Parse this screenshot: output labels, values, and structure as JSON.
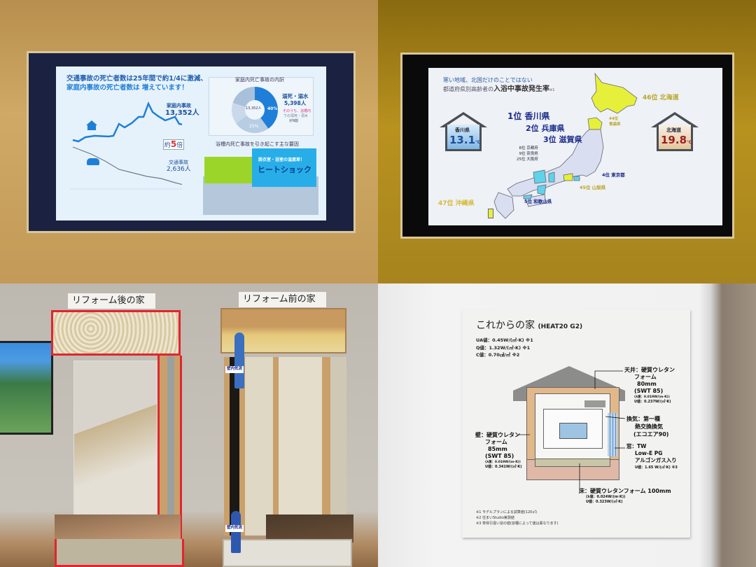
{
  "photo1": {
    "title_line1": "交通事故の死亡者数は25年間で約1/4に激減、",
    "title_line2": "家庭内事故の死亡者数は 増えています！",
    "home_label": "家庭内事故",
    "home_value": "13,352人",
    "ratio_prefix": "約",
    "ratio_value": "5",
    "ratio_suffix": "倍",
    "traffic_label": "交通事故",
    "traffic_value": "2,636人",
    "pie_title": "家庭内死亡事故の内訳",
    "pie_center": "13,352人",
    "pie_pct_main": "40%",
    "pie_pct_other": "25%",
    "drown_label": "溺死・溺水",
    "drown_value": "5,398人",
    "drown_note_1": "そのうち、浴槽内",
    "drown_note_2": "での溺死・溺水",
    "drown_note_3": "が9割",
    "cause_title": "浴槽内死亡事故を引き起こす主な要因",
    "cause_sub": "脱衣室・浴室の温度差！",
    "cause_main": "ヒートショック",
    "colors": {
      "accent": "#1f7fd8",
      "red": "#e0303a",
      "green": "#9bd52a",
      "cyan": "#27aee8"
    }
  },
  "photo2": {
    "title_line1": "寒い地域、北国だけのことではない",
    "title_line2_a": "都道府県別高齢者の",
    "title_line2_b": "入浴中事故発生率",
    "title_note": "※1",
    "house_left": {
      "name": "香川県",
      "temp": "13.1",
      "unit": "℃"
    },
    "house_right": {
      "name": "北海道",
      "temp": "19.8",
      "unit": "℃"
    },
    "ranks_top": [
      "1位 香川県",
      "2位 兵庫県",
      "3位 滋賀県"
    ],
    "ranks_mid": [
      "8位 京都府",
      "9位 奈良県",
      "25位 大阪府"
    ],
    "rank_4": "4位 東京都",
    "rank_5": "5位 和歌山県",
    "rank_44": "44位 青森県",
    "rank_45": "45位 山梨県",
    "rank_46": "46位 北海道",
    "rank_47": "47位 沖縄県"
  },
  "photo3": {
    "label_after": "リフォーム後の家",
    "label_before": "リフォーム前の家",
    "airflow_1": "壁内気流",
    "airflow_2": "壁内気流"
  },
  "photo4": {
    "title": "これからの家",
    "title_sub": "(HEAT20 G2)",
    "specs": [
      "UA値：0.45W/(㎡·K) ※1",
      "Q値：1.32W/(㎡·K) ※1",
      "C値：0.70㎠/㎡ ※2"
    ],
    "ceiling": [
      "天井：硬質ウレタン",
      "フォーム",
      "80mm",
      "(SWT 85)",
      "(λ値：0.019W/(m·K))",
      "U値：0.237W/(㎡·K)"
    ],
    "vent": [
      "換気：第一種",
      "熱交換換気",
      "(エコエア90)"
    ],
    "window": [
      "窓：TW",
      "Low-E PG",
      "アルゴンガス入り",
      "U値：1.65 W/(㎡·K) ※3"
    ],
    "wall": [
      "壁：硬質ウレタン",
      "フォーム",
      "85mm",
      "(SWT 85)",
      "(λ値：0.019W/(m·K))",
      "U値：0.341W/(㎡·K)"
    ],
    "floor": [
      "床：硬質ウレタンフォーム 100mm",
      "(λ値：0.024W/(m·K))",
      "U値：0.323W/(㎡·K)"
    ],
    "notes": [
      "※1 モデルプランによる試算値(120㎡)",
      "※2 住まいStudio実測値",
      "※3 単体引違い窓の値(窓種によって値は異なります)"
    ]
  }
}
